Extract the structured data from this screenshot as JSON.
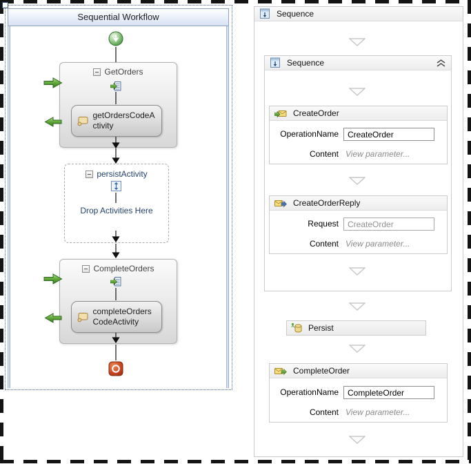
{
  "left": {
    "title": "Sequential Workflow",
    "get_orders": {
      "title": "GetOrders",
      "child_title": "getOrdersCodeActivity"
    },
    "persist_activity": {
      "title": "persistActivity",
      "drop_hint": "Drop Activities Here"
    },
    "complete_orders": {
      "title": "CompleteOrders",
      "child_title": "completeOrdersCodeActivity"
    }
  },
  "right": {
    "outer_sequence": {
      "title": "Sequence"
    },
    "inner_sequence": {
      "title": "Sequence"
    },
    "create_order": {
      "title": "CreateOrder",
      "rows": [
        {
          "label": "OperationName",
          "value": "CreateOrder"
        },
        {
          "label": "Content",
          "value": "View parameter..."
        }
      ]
    },
    "create_order_reply": {
      "title": "CreateOrderReply",
      "rows": [
        {
          "label": "Request",
          "value": "CreateOrder"
        },
        {
          "label": "Content",
          "value": "View parameter..."
        }
      ]
    },
    "persist": {
      "title": "Persist"
    },
    "complete_order": {
      "title": "CompleteOrder",
      "rows": [
        {
          "label": "OperationName",
          "value": "CompleteOrder"
        },
        {
          "label": "Content",
          "value": "View parameter..."
        }
      ]
    }
  },
  "icons": {
    "start": "green-circle-down-arrow",
    "terminate": "red-rounded-square-with-ring",
    "receive_doc": "document-with-green-arrow",
    "code": "parchment-scroll",
    "persist_small": "box-with-up-down-arrows",
    "sequence": "window-with-down-arrow",
    "receive": "envelope-with-green-arrow-in",
    "send_reply": "envelope-with-blue-arrow-out",
    "send": "envelope-with-green-arrow-out",
    "persist_db": "database-cylinder",
    "drop_target": "hollow-down-triangle",
    "collapse": "double-chevron-up"
  },
  "colors": {
    "header_blue": "#d7e2f2",
    "navy_text": "#24426e",
    "start_green": "#5fa839",
    "end_red": "#c04018",
    "link_gray": "#8b8b8b",
    "border_gray": "#cbcbcb"
  }
}
